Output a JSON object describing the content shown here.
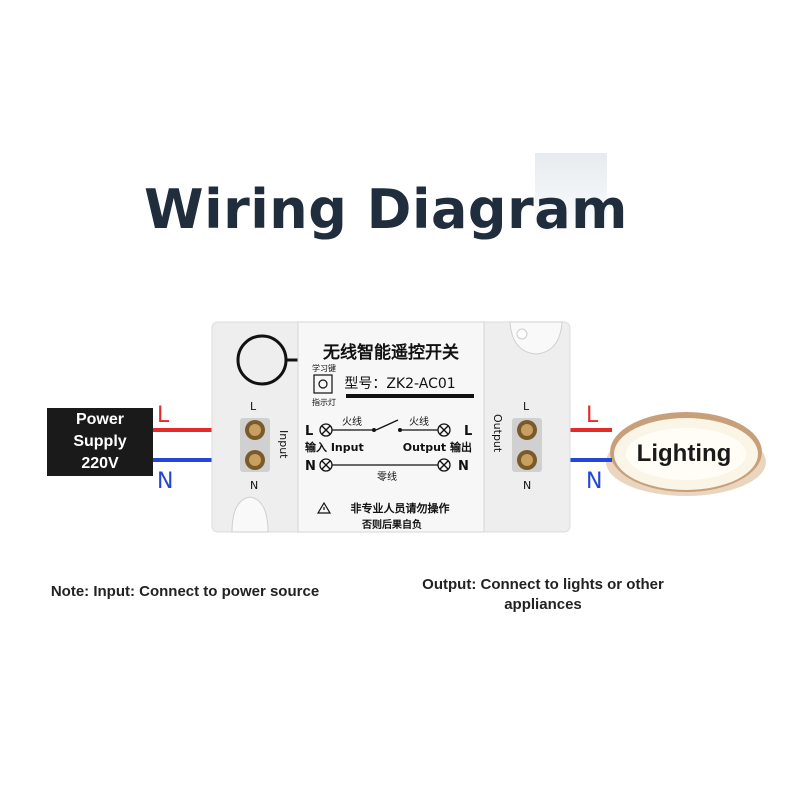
{
  "title": "Wiring Diagram",
  "power": {
    "line1": "Power",
    "line2": "Supply",
    "line3": "220V"
  },
  "wires": {
    "left_live": "L",
    "left_neutral": "N",
    "right_live": "L",
    "right_neutral": "N",
    "live_color": "#e52a2a",
    "neutral_color": "#2346d6"
  },
  "module": {
    "name": "无线智能遥控开关",
    "learn_key": "学习键",
    "indicator": "指示灯",
    "model": "型号：ZK2-AC01",
    "live_wire_left": "火线",
    "live_wire_right": "火线",
    "input_label": "输入 Input",
    "output_label": "Output 输出",
    "neutral_wire": "零线",
    "term_L_left": "L",
    "term_N_left": "N",
    "term_L_right": "L",
    "term_N_right": "N",
    "warning_line1": "非专业人员请勿操作",
    "warning_line2": "否则后果自负",
    "side_left_L": "L",
    "side_left_N": "N",
    "side_left_label": "Input",
    "side_right_L": "L",
    "side_right_N": "N",
    "side_right_label": "Output"
  },
  "lighting": "Lighting",
  "notes": {
    "input": "Note: Input: Connect to power source",
    "output_line1": "Output: Connect to lights or other",
    "output_line2": "appliances"
  }
}
